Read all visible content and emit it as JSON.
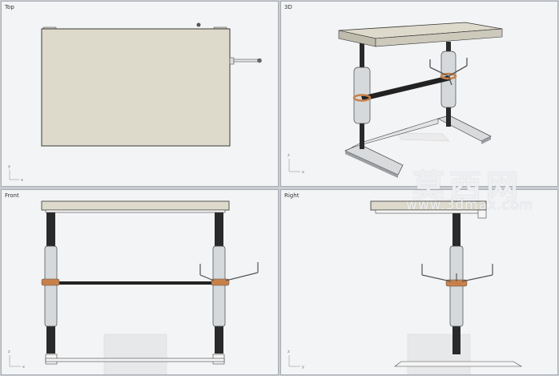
{
  "viewports": {
    "top": {
      "title": "Top"
    },
    "perspective": {
      "title": "3D"
    },
    "front": {
      "title": "Front"
    },
    "right": {
      "title": "Right"
    }
  },
  "axes": {
    "x": "x",
    "y": "y",
    "z": "z"
  },
  "watermark": {
    "brand_cn": "莫西网",
    "url": "www.3dmax.com"
  },
  "colors": {
    "tabletop": "#dedacb",
    "outline": "#3a3a3a",
    "column": "#d6d9db",
    "screw": "#2a2a2a",
    "clamp": "#c8804a",
    "background": "#f3f4f6"
  }
}
